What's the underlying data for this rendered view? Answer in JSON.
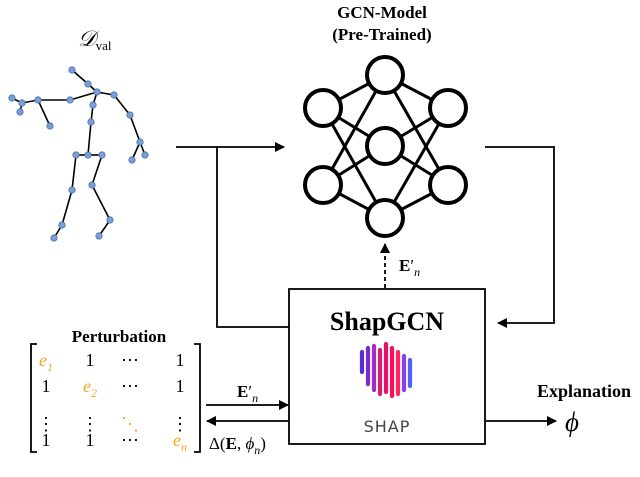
{
  "dataset_label": {
    "main": "𝒟",
    "subscript": "val"
  },
  "model": {
    "title_line1": "GCN-Model",
    "title_line2": "(Pre-Trained)"
  },
  "shap_box": {
    "title": "ShapGCN",
    "logo_caption": "SHAP",
    "logo_colors": [
      "#5b2bd6",
      "#7a2bd0",
      "#a52bc6",
      "#d0206f",
      "#e3136a",
      "#ff0d57",
      "#ff2464",
      "#8a3fe8",
      "#4f62ff",
      "#2b80ff",
      "#1e88e5"
    ]
  },
  "edge_labels": {
    "perturbed_edges": {
      "main": "E",
      "prime": "′",
      "subscript": "n"
    },
    "delta": {
      "delta": "Δ(",
      "E": "E",
      "comma": ", ",
      "phi": "ϕ",
      "sub": "n",
      "close": ")"
    }
  },
  "explanation": {
    "label": "Explanation",
    "symbol": "ϕ"
  },
  "perturbation": {
    "title": "Perturbation",
    "rows": [
      [
        {
          "t": "e",
          "s": "1",
          "hl": true
        },
        {
          "t": "1"
        },
        {
          "t": "⋯"
        },
        {
          "t": "1"
        }
      ],
      [
        {
          "t": "1"
        },
        {
          "t": "e",
          "s": "2",
          "hl": true
        },
        {
          "t": "⋯"
        },
        {
          "t": "1"
        }
      ],
      [
        {
          "t": "⋮"
        },
        {
          "t": "⋮"
        },
        {
          "t": "⋱",
          "hl": true
        },
        {
          "t": "⋮"
        }
      ],
      [
        {
          "t": "1"
        },
        {
          "t": "1"
        },
        {
          "t": "⋯"
        },
        {
          "t": "e",
          "s": "n",
          "hl": true
        }
      ]
    ],
    "highlight_color": "#f5a623"
  },
  "colors": {
    "stroke": "#000000",
    "joint": "#7b9fd4",
    "joint_stroke": "#4a6fae"
  }
}
